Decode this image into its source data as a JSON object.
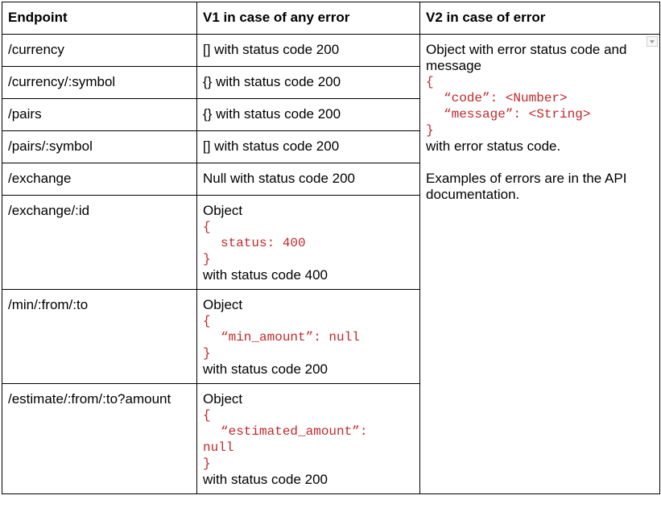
{
  "headers": {
    "endpoint": "Endpoint",
    "v1": "V1 in case of any error",
    "v2": "V2 in case of error"
  },
  "rows": [
    {
      "endpoint": "/currency",
      "v1": "[] with status code 200"
    },
    {
      "endpoint": "/currency/:symbol",
      "v1": "{} with status code 200"
    },
    {
      "endpoint": "/pairs",
      "v1": "{} with status code 200"
    },
    {
      "endpoint": "/pairs/:symbol",
      "v1": "[] with status code 200"
    },
    {
      "endpoint": "/exchange",
      "v1": "Null with status code 200"
    },
    {
      "endpoint": "/exchange/:id",
      "v1_title": "Object",
      "v1_open": "{",
      "v1_code": "status: 400",
      "v1_close": "}",
      "v1_status": "with status code 400"
    },
    {
      "endpoint": "/min/:from/:to",
      "v1_title": "Object",
      "v1_open": "{",
      "v1_code": "“min_amount”: null",
      "v1_close": "}",
      "v1_status": "with status code 200"
    },
    {
      "endpoint": "/estimate/:from/:to?amount",
      "v1_title": "Object",
      "v1_open": "{",
      "v1_code_line1": "“estimated_amount”:",
      "v1_code_line2": "null",
      "v1_close": "}",
      "v1_status": "with status code 200"
    }
  ],
  "v2": {
    "intro_line1": "Object with error status code and",
    "intro_line2": "message",
    "open": "{",
    "code_line1": "“code”: <Number>",
    "code_line2": "“message”: <String>",
    "close": "}",
    "status": "with error status code.",
    "examples_line1": "Examples of errors are in the API",
    "examples_line2": "documentation.",
    "dropdown_icon": "chevron-down-icon"
  }
}
